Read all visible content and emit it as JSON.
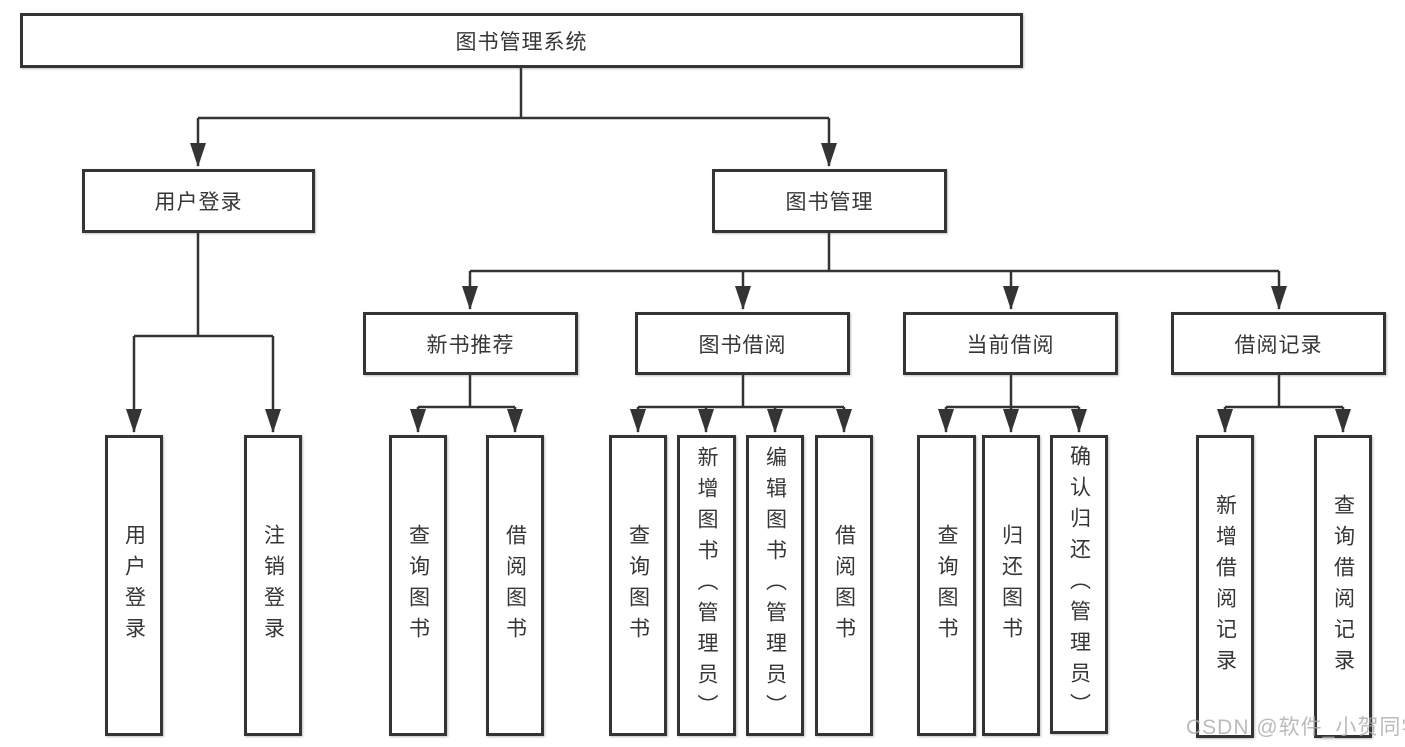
{
  "diagram": {
    "watermark": "CSDN @软件_小贺同学",
    "tree": {
      "root": {
        "label": "图书管理系统",
        "children": [
          {
            "label": "用户登录",
            "children": [
              {
                "label": "用户登录"
              },
              {
                "label": "注销登录"
              }
            ]
          },
          {
            "label": "图书管理",
            "children": [
              {
                "label": "新书推荐",
                "children": [
                  {
                    "label": "查询图书"
                  },
                  {
                    "label": "借阅图书"
                  }
                ]
              },
              {
                "label": "图书借阅",
                "children": [
                  {
                    "label": "查询图书"
                  },
                  {
                    "label": "新增图书（管理员）"
                  },
                  {
                    "label": "编辑图书（管理员）"
                  },
                  {
                    "label": "借阅图书"
                  }
                ]
              },
              {
                "label": "当前借阅",
                "children": [
                  {
                    "label": "查询图书"
                  },
                  {
                    "label": "归还图书"
                  },
                  {
                    "label": "确认归还（管理员）"
                  }
                ]
              },
              {
                "label": "借阅记录",
                "children": [
                  {
                    "label": "新增借阅记录"
                  },
                  {
                    "label": "查询借阅记录"
                  }
                ]
              }
            ]
          }
        ]
      }
    }
  }
}
